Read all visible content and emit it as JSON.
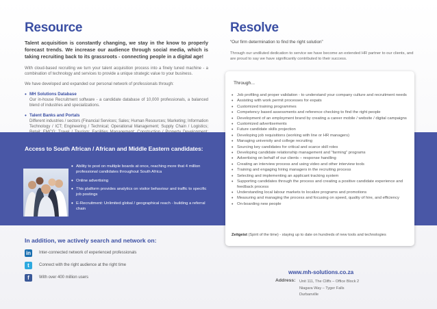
{
  "resource": {
    "title": "Resource",
    "lead": "Talent acquisition is constantly changing, we stay in the know to properly forecast trends. We increase our audience through social media, which is taking recruiting back to its grassroots - connecting people in a digital age!",
    "para1": "With cloud-based recruiting we turn your talent acquisition process into a finely tuned machine - a combination of technology and services to provide a unique strategic value to your business.",
    "para2": "We have developed and expanded our personal network of professionals through:",
    "bullets": [
      {
        "title": "MH Solutions Database",
        "text": "Our in-house Recruitment software - a candidate database of 10,000 professionals, a balanced blend of industries and specializations."
      },
      {
        "title": "Talent Banks and Portals",
        "text": "Different industries / sectors (Financial Services; Sales; Human Resources; Marketing; Information Technology / ICT; Engineering / Technical; Operational Management; Supply Chain / Logistics; Retail; FMCG; Travel / Tourism; Facilities Management; Construction / Property Development; Compliance and Risk Manager."
      }
    ]
  },
  "band": {
    "title": "Access to South African / African and Middle Eastern candidates:",
    "items": [
      "Ability to post on multiple boards at once, reaching more that 4 million professional candidates throughout South Africa",
      "Online advertising",
      "This platform provides analytics on visitor behaviour and traffic to specific job postings",
      "E-Recruitment: Unlimited global / geographical reach - building a referral chain"
    ]
  },
  "network": {
    "title": "In addition, we actively search and network on:",
    "rows": [
      {
        "icon": "linkedin-icon",
        "glyph": "in",
        "color": "#1a6fb0",
        "text": "Inter-connected network of experienced professionals"
      },
      {
        "icon": "twitter-icon",
        "glyph": "t",
        "color": "#2ea9df",
        "text": "Connect with the right audience at the right time"
      },
      {
        "icon": "facebook-icon",
        "glyph": "f",
        "color": "#3b5998",
        "text": "With over 400 million users"
      }
    ]
  },
  "resolve": {
    "title": "Resolve",
    "quote": "“Our firm determination to find the right solution”",
    "para": "Through our undiluted dedication to service we have become an extended HR partner to our clients, and are proud to say we have significantly contributed to their success."
  },
  "card": {
    "heading": "Through...",
    "items": [
      "Job profiling and proper validation - to understand your company culture and recruitment needs",
      "Assisting with work permit processes for expats",
      "Customized training programmes",
      "Competency based assessments and reference checking to find the right people",
      "Development of an employment brand by creating a career mobile / website / digital campaigns",
      "Customized advertisements",
      "Future candidate skills projection",
      "Developing job requisitions (working with line or HR managers)",
      "Managing university and college recruiting",
      "Sourcing key candidates for critical and scarce skill roles",
      "Developing candidate relationship management and “farming” programs",
      "Advertising on behalf of our clients – response handling",
      "Creating an interview process and using video and other interview tools",
      "Training and engaging hiring managers in the recruiting process",
      "Selecting and implementing an applicant tracking system",
      "Supporting candidates through the process and creating a positive candidate experience and feedback process",
      "Understanding local labour markets to localize programs and promotions",
      "Measuring and managing the process and focusing on speed, quality of hire, and efficiency",
      "On-boarding new people"
    ],
    "zeit_label": "Zeitgeist",
    "zeit_text": " (Spirit of the time) - staying up to date on hundreds of new tools and technologies"
  },
  "contact": {
    "website": "www.mh-solutions.co.za",
    "address_label": "Address:",
    "address_lines": [
      "Unit 111, The Cliffs – Office Block 2",
      "Niagara Way – Tyger Falls",
      "Durbanville"
    ]
  },
  "colors": {
    "brand": "#3b4fa3",
    "band": "#4957a6"
  }
}
